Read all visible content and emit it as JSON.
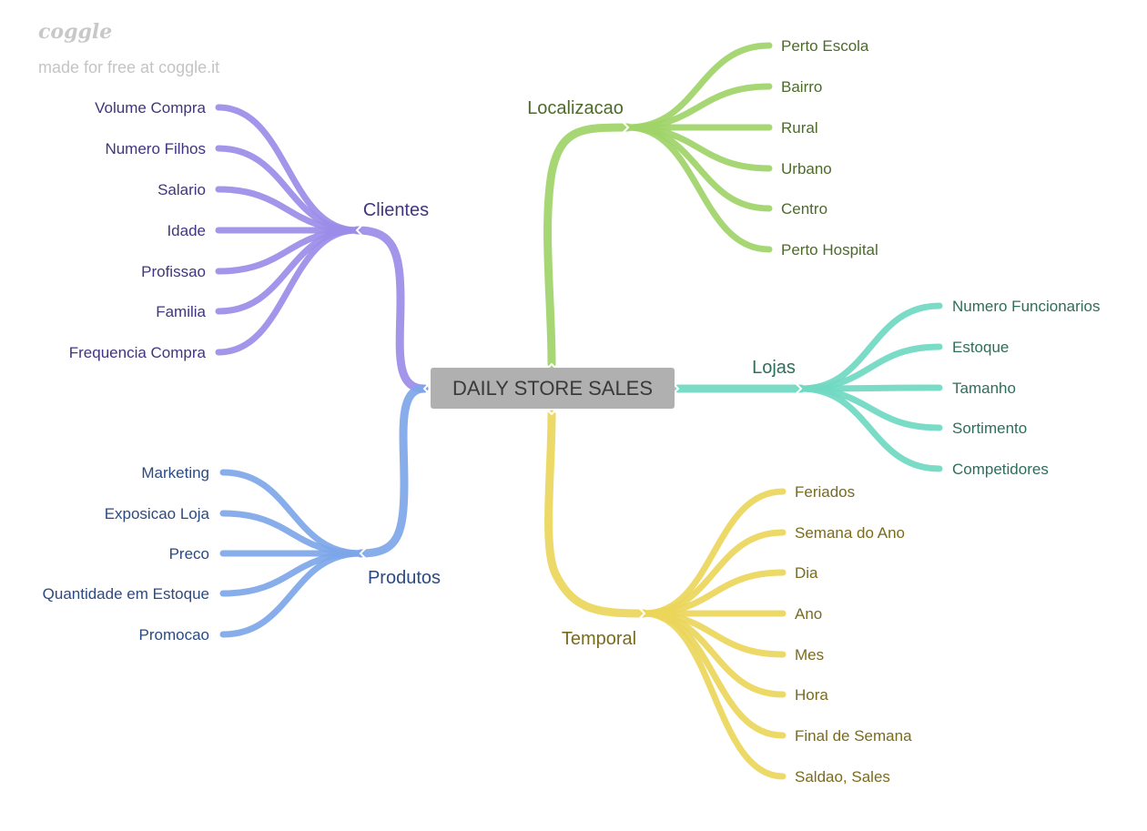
{
  "watermark": {
    "logo": "coggle",
    "text": "made for free at coggle.it"
  },
  "central": {
    "label": "DAILY STORE SALES",
    "fill": "#b0b0b0",
    "text_color": "#3a3a3a"
  },
  "branches": [
    {
      "label": "Clientes",
      "color": "#9a8ce8",
      "text_color": "#3f3580",
      "children": [
        "Volume Compra",
        "Numero Filhos",
        "Salario",
        "Idade",
        "Profissao",
        "Familia",
        "Frequencia Compra"
      ]
    },
    {
      "label": "Produtos",
      "color": "#7da6e8",
      "text_color": "#2c4a82",
      "children": [
        "Marketing",
        "Exposicao Loja",
        "Preco",
        "Quantidade em Estoque",
        "Promocao"
      ]
    },
    {
      "label": "Localizacao",
      "color": "#a0d468",
      "text_color": "#4d6a2a",
      "children": [
        "Perto Escola",
        "Bairro",
        "Rural",
        "Urbano",
        "Centro",
        "Perto Hospital"
      ]
    },
    {
      "label": "Lojas",
      "color": "#6fd9c1",
      "text_color": "#2f6d5c",
      "children": [
        "Numero Funcionarios",
        "Estoque",
        "Tamanho",
        "Sortimento",
        "Competidores"
      ]
    },
    {
      "label": "Temporal",
      "color": "#ead65a",
      "text_color": "#7a6b1e",
      "children": [
        "Feriados",
        "Semana do Ano",
        "Dia",
        "Ano",
        "Mes",
        "Hora",
        "Final de Semana",
        "Saldao, Sales"
      ]
    }
  ]
}
